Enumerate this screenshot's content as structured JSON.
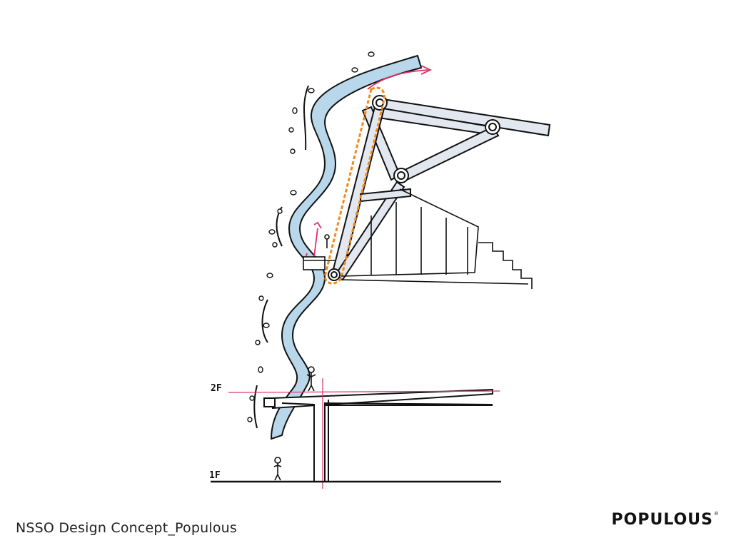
{
  "caption": "NSSO Design Concept_Populous",
  "logo": {
    "text": "POPULOUS",
    "trademark": "®"
  },
  "levels": {
    "upper": "2F",
    "lower": "1F"
  },
  "colors": {
    "water": "#b9d7ea",
    "ink": "#111111",
    "steel": "#e3e8f0",
    "highlight": "#f08a1c",
    "arrow": "#e0306a"
  }
}
